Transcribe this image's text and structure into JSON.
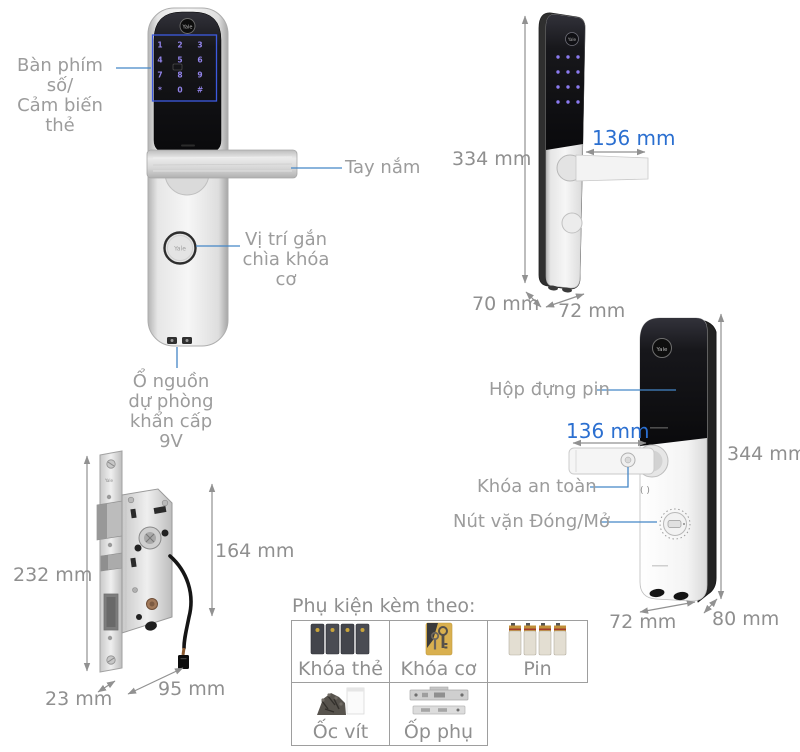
{
  "brand": "Yale",
  "front_view": {
    "keypad_label": "Bàn phím số/\nCảm biến thẻ",
    "handle_label": "Tay nắm",
    "key_slot_label": "Vị trí gắn\nchìa khóa cơ",
    "emergency_power_label": "Ổ nguồn\ndự phòng\nkhẩn cấp 9V",
    "keypad_keys": [
      "1",
      "2",
      "3",
      "4",
      "5",
      "6",
      "7",
      "8",
      "9",
      "*",
      "0",
      "#"
    ]
  },
  "side_view": {
    "height": "334 mm",
    "handle_length": "136 mm",
    "depth": "70 mm",
    "width": "72 mm"
  },
  "back_view": {
    "battery_label": "Hộp đựng pin",
    "handle_length": "136 mm",
    "safety_lock_label": "Khóa an toàn",
    "thumbturn_label": "Nút vặn Đóng/Mở",
    "height": "344 mm",
    "width": "72 mm",
    "depth": "80 mm"
  },
  "mortise": {
    "faceplate_height": "232 mm",
    "body_height": "164 mm",
    "body_width": "95 mm",
    "faceplate_width": "23 mm"
  },
  "accessories": {
    "header": "Phụ kiện kèm theo:",
    "items": [
      {
        "label": "Khóa thẻ"
      },
      {
        "label": "Khóa cơ"
      },
      {
        "label": "Pin"
      },
      {
        "label": "Ốc vít"
      },
      {
        "label": "Ốp phụ"
      }
    ]
  },
  "colors": {
    "label_gray": "#9c9c9c",
    "dimension_gray": "#8f8f8f",
    "dimension_blue": "#2b6fd0",
    "leader_blue": "#4486c6",
    "keypad_box_blue": "#3d5ae0"
  }
}
